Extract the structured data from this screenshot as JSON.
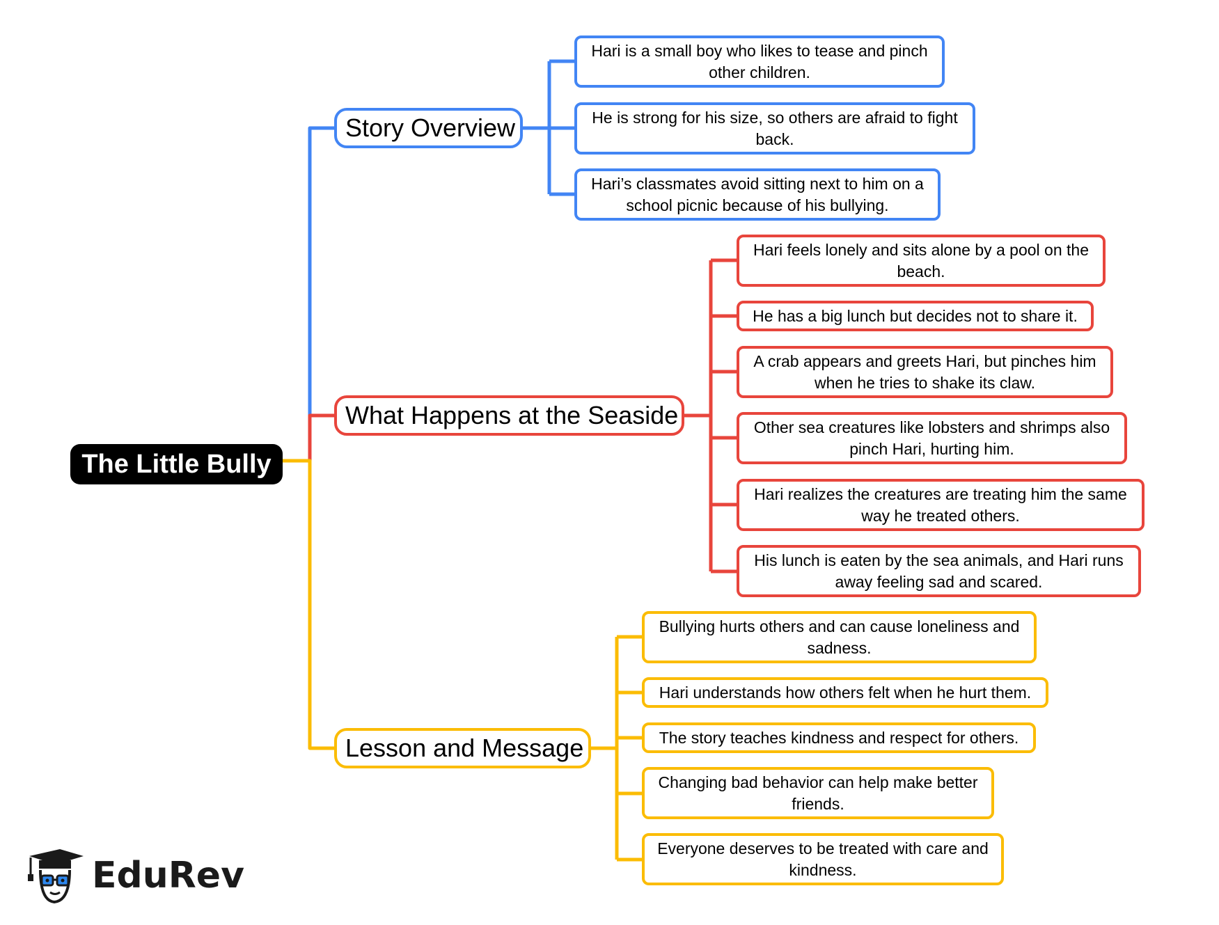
{
  "colors": {
    "blue": "#4285f4",
    "red": "#e8453c",
    "yellow": "#fbbc04",
    "root": "#000000"
  },
  "root": {
    "label": "The Little Bully"
  },
  "branches": [
    {
      "label": "Story Overview",
      "color": "#4285f4",
      "items": [
        "Hari is a small boy who likes to tease and pinch other children.",
        "He is strong for his size, so others are afraid to fight back.",
        "Hari’s classmates avoid sitting next to him on a school picnic because of his bullying."
      ]
    },
    {
      "label": "What Happens at the Seaside",
      "color": "#e8453c",
      "items": [
        "Hari feels lonely and sits alone by a pool on the beach.",
        "He has a big lunch but decides not to share it.",
        "A crab appears and greets Hari, but pinches him when he tries to shake its claw.",
        "Other sea creatures like lobsters and shrimps also pinch Hari, hurting him.",
        "Hari realizes the creatures are treating him the same way he treated others.",
        "His lunch is eaten by the sea animals, and Hari runs away feeling sad and scared."
      ]
    },
    {
      "label": "Lesson and Message",
      "color": "#fbbc04",
      "items": [
        "Bullying hurts others and can cause loneliness and sadness.",
        "Hari understands how others felt when he hurt them.",
        "The story teaches kindness and respect for others.",
        "Changing bad behavior can help make better friends.",
        "Everyone deserves to be treated with care and kindness."
      ]
    }
  ],
  "logo": {
    "text": "EduRev",
    "icon": "graduation-cap-icon"
  }
}
